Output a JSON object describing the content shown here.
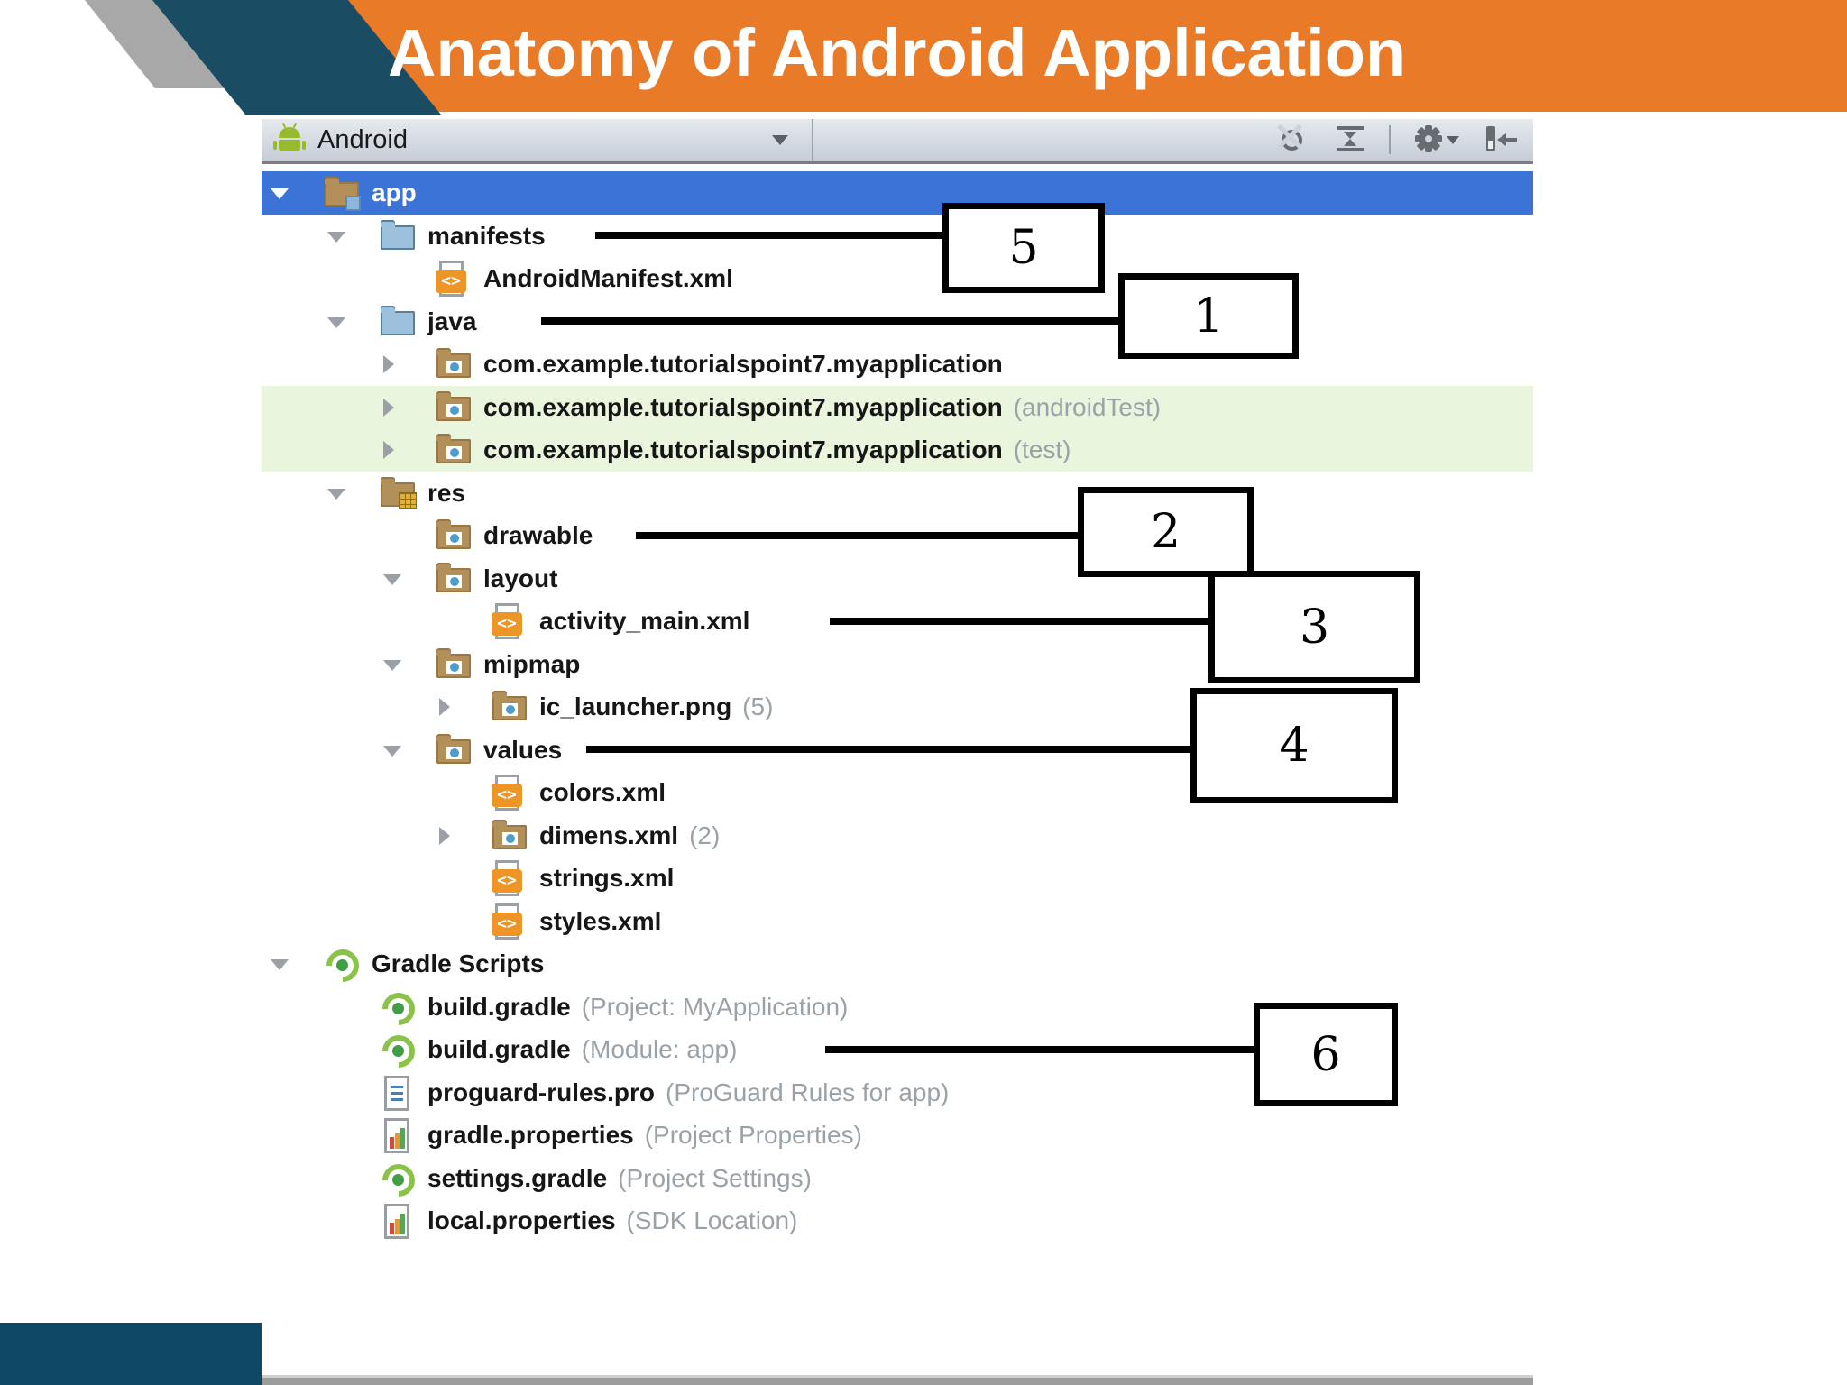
{
  "slide": {
    "title": "Anatomy of Android Application"
  },
  "panel": {
    "toolbar": {
      "view_selector_label": "Android",
      "buttons": [
        "project-view-selector",
        "locate-target",
        "collapse-all",
        "settings-gear",
        "dock-pin"
      ]
    },
    "tree": {
      "rows": [
        {
          "label": "app",
          "level": 0,
          "icon": "app-module",
          "arrow": "down",
          "selected": true
        },
        {
          "label": "manifests",
          "level": 1,
          "icon": "folder-blue",
          "arrow": "down"
        },
        {
          "label": "AndroidManifest.xml",
          "level": 2,
          "icon": "xml-file"
        },
        {
          "label": "java",
          "level": 1,
          "icon": "folder-blue",
          "arrow": "down"
        },
        {
          "label": "com.example.tutorialspoint7.myapplication",
          "level": 2,
          "icon": "folder-package",
          "arrow": "right"
        },
        {
          "label": "com.example.tutorialspoint7.myapplication",
          "annotation": "(androidTest)",
          "level": 2,
          "icon": "folder-package",
          "arrow": "right",
          "highlight": true
        },
        {
          "label": "com.example.tutorialspoint7.myapplication",
          "annotation": "(test)",
          "level": 2,
          "icon": "folder-package",
          "arrow": "right",
          "highlight": true
        },
        {
          "label": "res",
          "level": 1,
          "icon": "folder-res",
          "arrow": "down"
        },
        {
          "label": "drawable",
          "level": 2,
          "icon": "folder-resource"
        },
        {
          "label": "layout",
          "level": 2,
          "icon": "folder-resource",
          "arrow": "down"
        },
        {
          "label": "activity_main.xml",
          "level": 3,
          "icon": "xml-file"
        },
        {
          "label": "mipmap",
          "level": 2,
          "icon": "folder-resource",
          "arrow": "down"
        },
        {
          "label": "ic_launcher.png",
          "annotation": "(5)",
          "level": 3,
          "icon": "folder-resource",
          "arrow": "right"
        },
        {
          "label": "values",
          "level": 2,
          "icon": "folder-resource",
          "arrow": "down"
        },
        {
          "label": "colors.xml",
          "level": 3,
          "icon": "xml-file"
        },
        {
          "label": "dimens.xml",
          "annotation": "(2)",
          "level": 3,
          "icon": "folder-resource",
          "arrow": "right"
        },
        {
          "label": "strings.xml",
          "level": 3,
          "icon": "xml-file"
        },
        {
          "label": "styles.xml",
          "level": 3,
          "icon": "xml-file"
        },
        {
          "label": "Gradle Scripts",
          "level": 0,
          "icon": "gradle",
          "arrow": "down"
        },
        {
          "label": "build.gradle",
          "annotation": "(Project: MyApplication)",
          "level": 1,
          "icon": "gradle"
        },
        {
          "label": "build.gradle",
          "annotation": "(Module: app)",
          "level": 1,
          "icon": "gradle"
        },
        {
          "label": "proguard-rules.pro",
          "annotation": "(ProGuard Rules for app)",
          "level": 1,
          "icon": "doc-text"
        },
        {
          "label": "gradle.properties",
          "annotation": "(Project Properties)",
          "level": 1,
          "icon": "doc-chart"
        },
        {
          "label": "settings.gradle",
          "annotation": "(Project Settings)",
          "level": 1,
          "icon": "gradle"
        },
        {
          "label": "local.properties",
          "annotation": "(SDK Location)",
          "level": 1,
          "icon": "doc-chart"
        }
      ]
    },
    "callouts": [
      {
        "label": "5",
        "points_to": "manifests"
      },
      {
        "label": "1",
        "points_to": "java"
      },
      {
        "label": "2",
        "points_to": "drawable"
      },
      {
        "label": "3",
        "points_to": "activity_main.xml"
      },
      {
        "label": "4",
        "points_to": "values"
      },
      {
        "label": "6",
        "points_to": "build.gradle (Module: app)"
      }
    ]
  },
  "colors": {
    "header_orange": "#e87a28",
    "header_teal": "#1a4d63",
    "header_gray": "#a8a8a8",
    "selection_blue": "#3b74d6",
    "test_highlight_green": "#e9f5dd",
    "folder_tan": "#b3905a",
    "folder_blue": "#9dc0dc",
    "xml_orange": "#ee9527",
    "gradle_green": "#8bc34a",
    "callout_border": "#000000"
  }
}
